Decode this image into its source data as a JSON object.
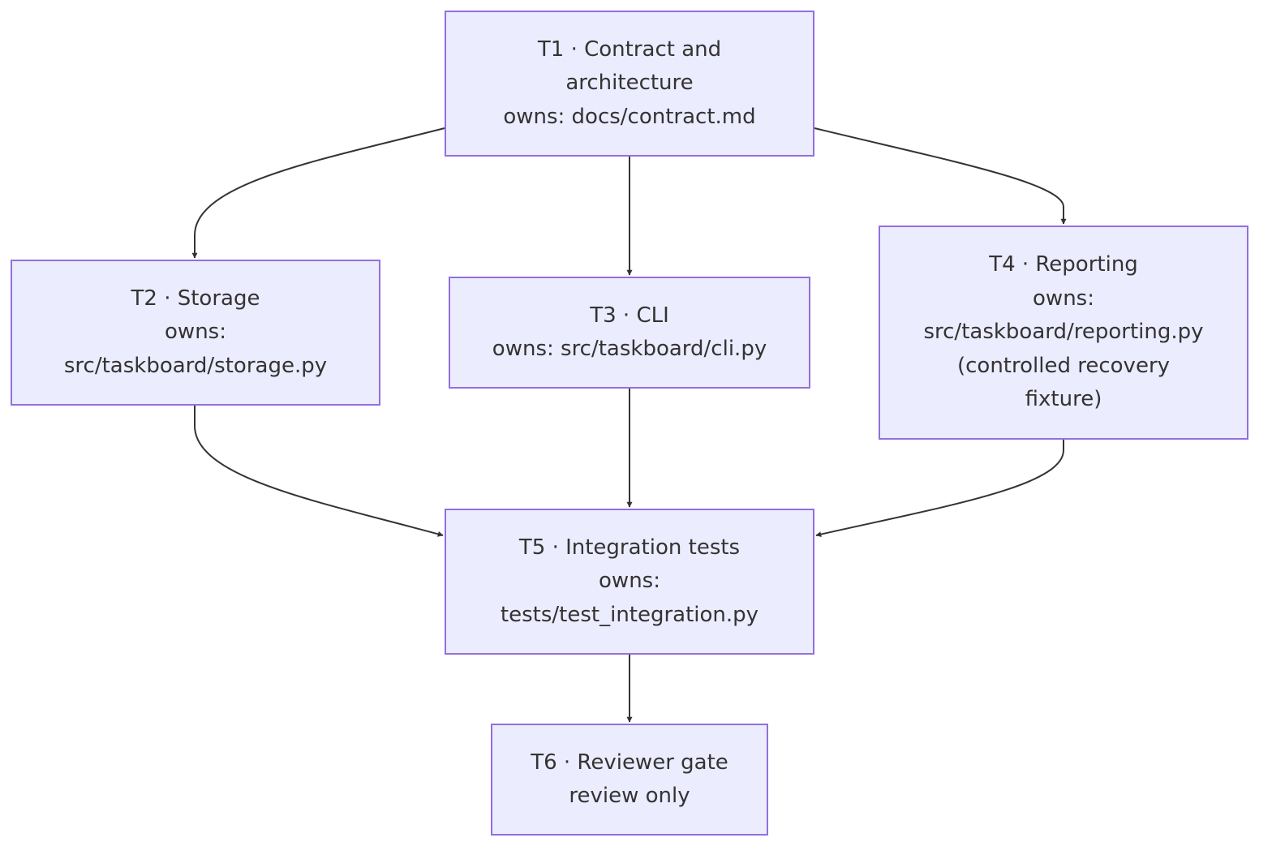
{
  "diagram": {
    "colors": {
      "node_fill": "#ececff",
      "node_border": "#9370db",
      "text": "#333333",
      "edge": "#333333"
    },
    "nodes": [
      {
        "id": "t1",
        "lines": [
          "T1 · Contract and",
          "architecture",
          "owns: docs/contract.md"
        ]
      },
      {
        "id": "t2",
        "lines": [
          "T2 · Storage",
          "owns:",
          "src/taskboard/storage.py"
        ]
      },
      {
        "id": "t3",
        "lines": [
          "T3 · CLI",
          "owns: src/taskboard/cli.py"
        ]
      },
      {
        "id": "t4",
        "lines": [
          "T4 · Reporting",
          "owns:",
          "src/taskboard/reporting.py",
          "(controlled recovery",
          "fixture)"
        ]
      },
      {
        "id": "t5",
        "lines": [
          "T5 · Integration tests",
          "owns:",
          "tests/test_integration.py"
        ]
      },
      {
        "id": "t6",
        "lines": [
          "T6 · Reviewer gate",
          "review only"
        ]
      }
    ],
    "edges": [
      {
        "from": "t1",
        "to": "t2"
      },
      {
        "from": "t1",
        "to": "t3"
      },
      {
        "from": "t1",
        "to": "t4"
      },
      {
        "from": "t2",
        "to": "t5"
      },
      {
        "from": "t3",
        "to": "t5"
      },
      {
        "from": "t4",
        "to": "t5"
      },
      {
        "from": "t5",
        "to": "t6"
      }
    ]
  }
}
